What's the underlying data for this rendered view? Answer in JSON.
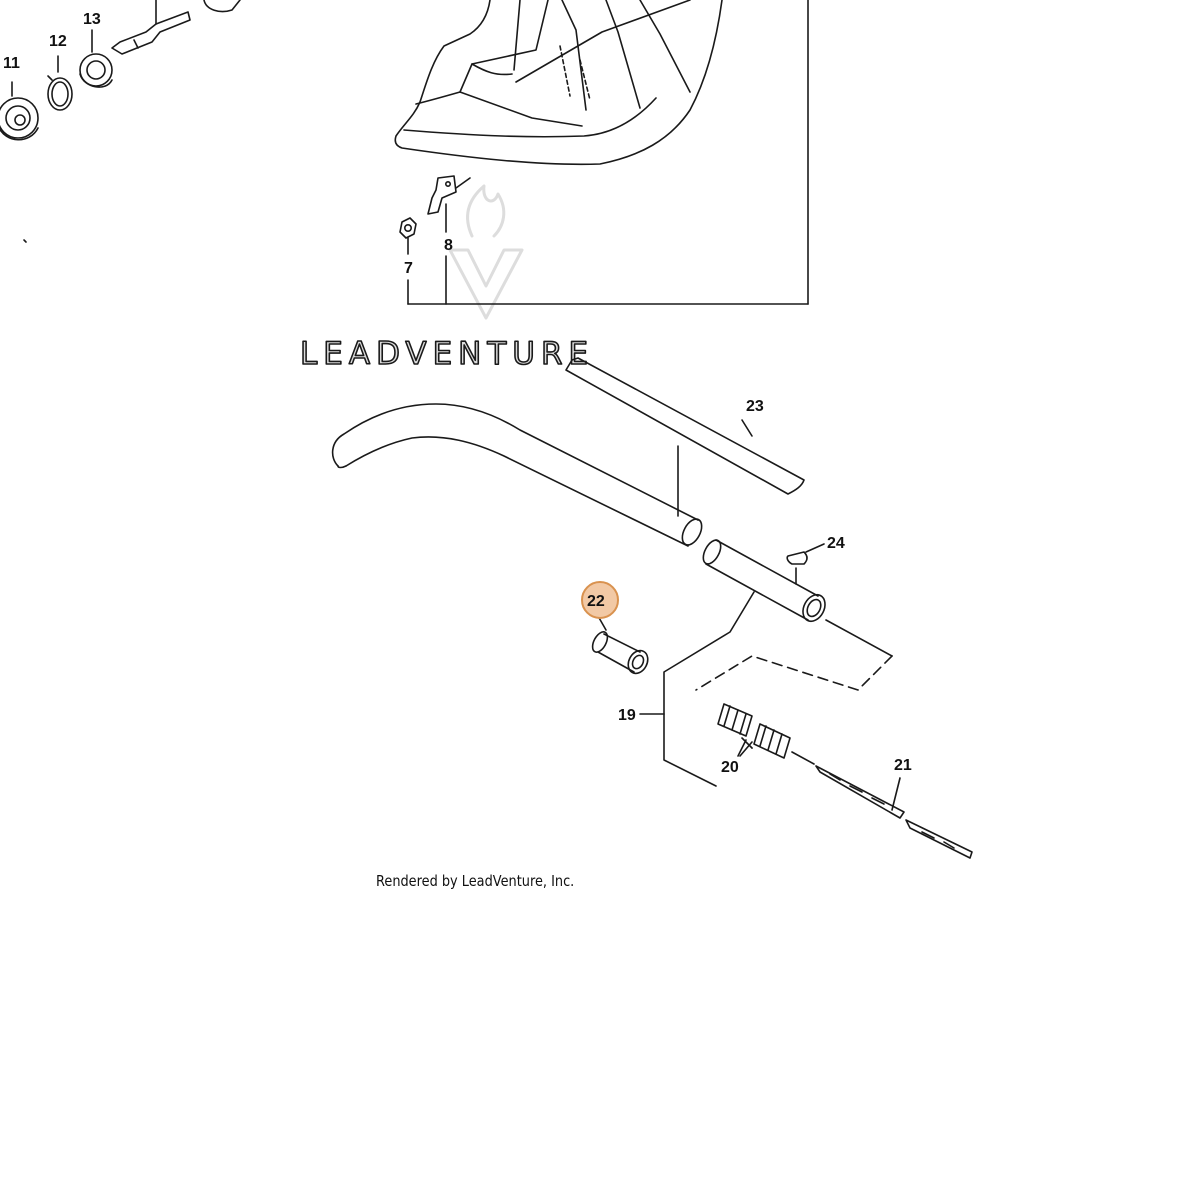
{
  "watermark": {
    "brand": "LEADVENTURE"
  },
  "footer": {
    "rendered_by": "Rendered by LeadVenture, Inc."
  },
  "callouts": {
    "p7": "7",
    "p8": "8",
    "p11": "11",
    "p12": "12",
    "p13": "13",
    "p19": "19",
    "p20": "20",
    "p21": "21",
    "p22": "22",
    "p23": "23",
    "p24": "24"
  },
  "highlight": {
    "selected_part": "22",
    "fill": "#f2c9a5",
    "stroke": "#d9924f"
  },
  "colors": {
    "line": "#1a1a1a",
    "watermark": "#dcdcdc",
    "background": "#ffffff"
  }
}
